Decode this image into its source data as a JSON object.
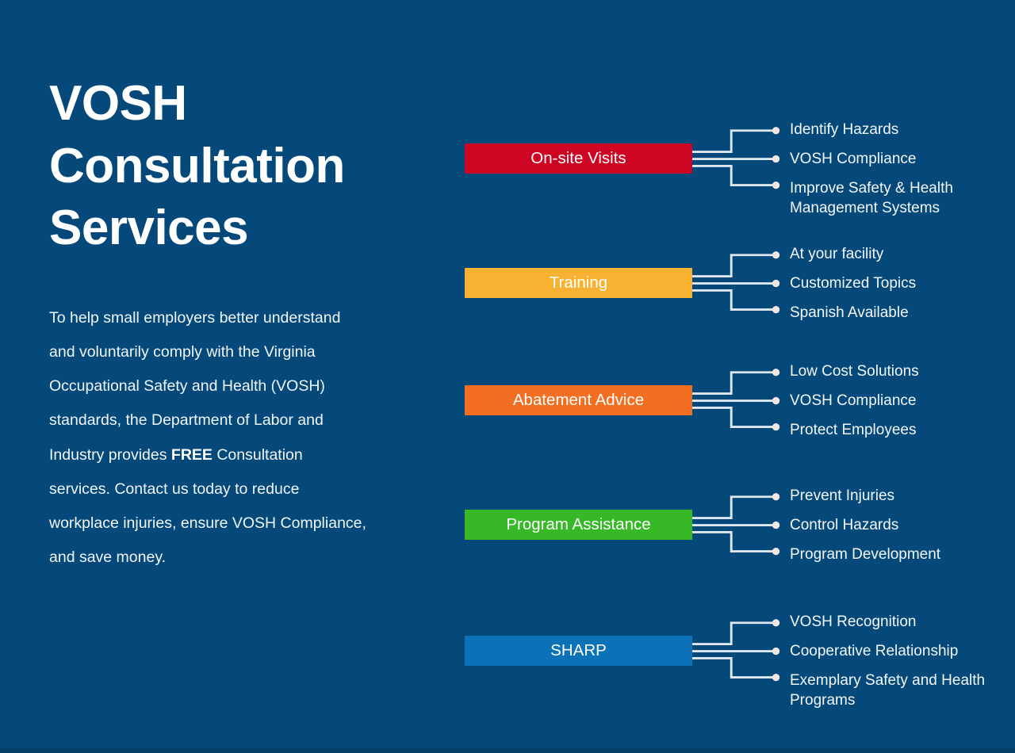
{
  "colors": {
    "background": "#05497b",
    "text_light": "#f3f7fa",
    "connector": "#dfe7ee",
    "bullet": "#f6e6e2",
    "red": "#ce0522",
    "amber": "#f8b232",
    "orange": "#f26f21",
    "green": "#37b827",
    "blue": "#0c72b8"
  },
  "header": {
    "title": "VOSH Consultation Services",
    "title_line1": "VOSH",
    "title_line2": "Consultation",
    "title_line3": "Services"
  },
  "intro": {
    "part1": "To help small employers better understand and voluntarily comply with the Virginia Occupational Safety and Health (VOSH) standards, the Department of Labor and Industry provides ",
    "emphasis": "FREE",
    "part2": " Consultation services. Contact us today to reduce workplace injuries, ensure VOSH Compliance, and save money."
  },
  "services": [
    {
      "label": "On-site Visits",
      "color": "#ce0522",
      "items": [
        "Identify Hazards",
        "VOSH Compliance",
        "Improve Safety & Health Management Systems"
      ]
    },
    {
      "label": "Training",
      "color": "#f8b232",
      "items": [
        "At your facility",
        "Customized Topics",
        "Spanish Available"
      ]
    },
    {
      "label": "Abatement Advice",
      "color": "#f26f21",
      "items": [
        "Low Cost Solutions",
        "VOSH Compliance",
        "Protect Employees"
      ]
    },
    {
      "label": "Program Assistance",
      "color": "#37b827",
      "items": [
        "Prevent Injuries",
        "Control Hazards",
        "Program Development"
      ]
    },
    {
      "label": "SHARP",
      "color": "#0c72b8",
      "items": [
        "VOSH Recognition",
        "Cooperative Relationship",
        "Exemplary Safety and Health Programs"
      ]
    }
  ]
}
